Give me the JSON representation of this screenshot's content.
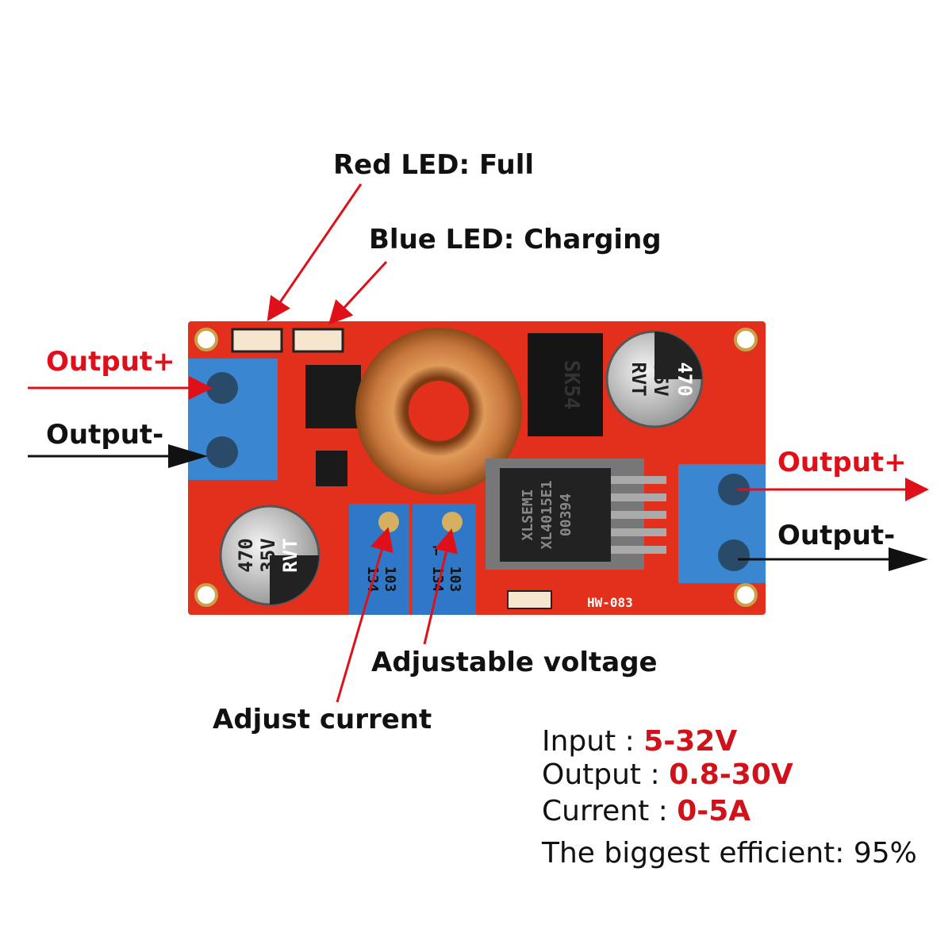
{
  "labels": {
    "red_led": "Red LED: Full",
    "blue_led": "Blue LED: Charging",
    "left_output_plus": "Output+",
    "left_output_minus": "Output-",
    "right_output_plus": "Output+",
    "right_output_minus": "Output-",
    "adjustable_voltage": "Adjustable voltage",
    "adjust_current": "Adjust current"
  },
  "specs": [
    {
      "label": "Input : ",
      "value": "5-32V"
    },
    {
      "label": "Output : ",
      "value": "0.8-30V"
    },
    {
      "label": "Current : ",
      "value": "0-5A"
    }
  ],
  "efficiency": "The biggest efficient: 95%",
  "board": {
    "cap_marking": [
      "470",
      "35V",
      "RVT"
    ],
    "diode": "SK54",
    "ic": [
      "XLSEMI",
      "XL4015E1",
      "00394"
    ],
    "model": "HW-083",
    "pot_marking": [
      "103",
      "134",
      "T"
    ]
  },
  "colors": {
    "pcb": "#e2301c",
    "terminal": "#3a86d0",
    "accent_red": "#e0101a",
    "inductor": "#c8773c"
  }
}
